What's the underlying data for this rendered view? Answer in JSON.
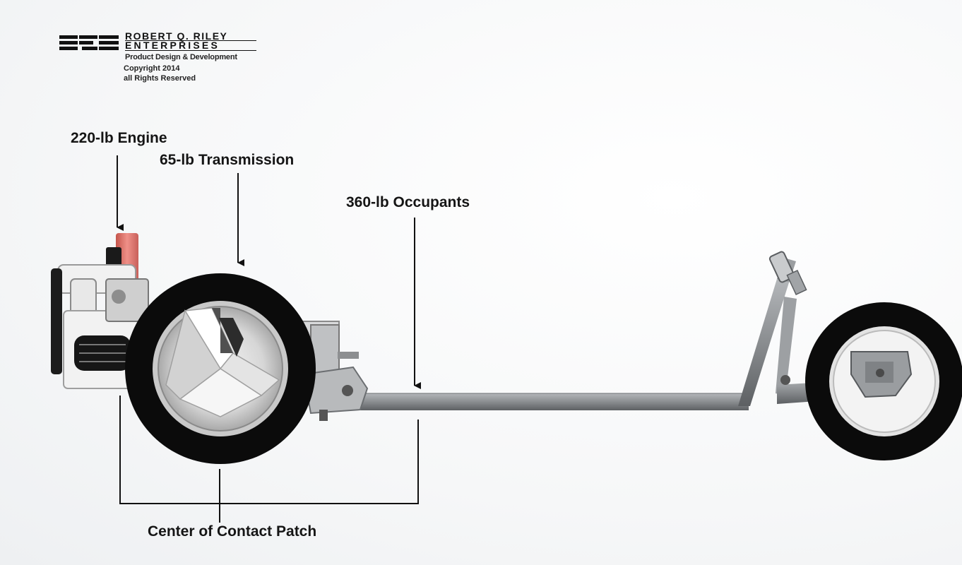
{
  "logo": {
    "name": "ROBERT Q. RILEY",
    "subname": "ENTERPRISES",
    "tagline": "Product Design & Development",
    "copyright": "Copyright 2014",
    "rights": "all Rights Reserved"
  },
  "labels": {
    "engine": "220-lb Engine",
    "transmission": "65-lb Transmission",
    "occupants": "360-lb Occupants",
    "contact_patch": "Center of Contact Patch"
  },
  "colors": {
    "tire": "#0b0b0b",
    "frame": "#8a8d90",
    "engine_fan": "#e07a72",
    "arrow": "#111111"
  }
}
